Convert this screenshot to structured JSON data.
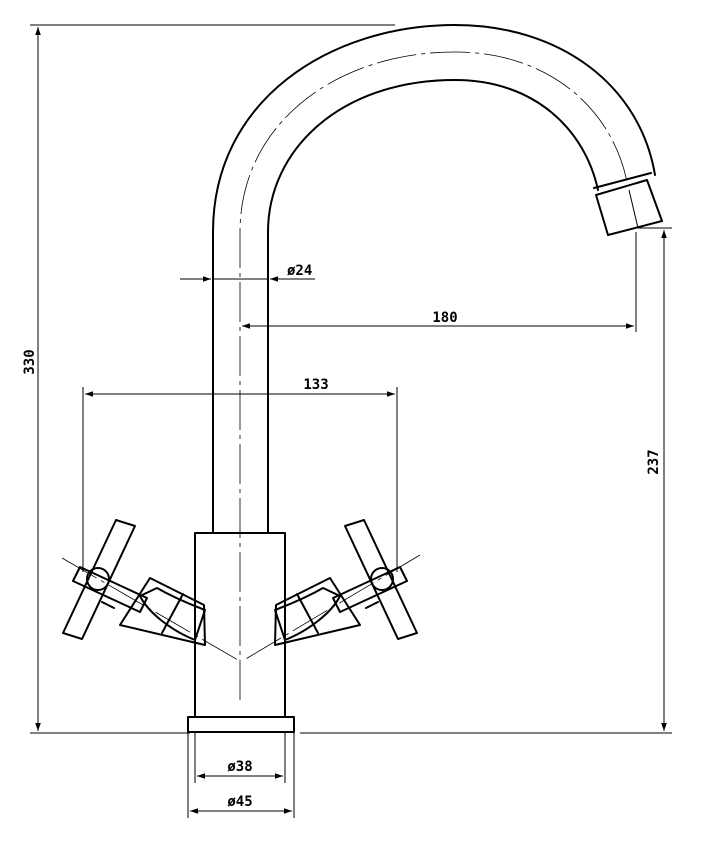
{
  "dimensions": {
    "total_height": "330",
    "spout_diameter": "ø24",
    "spout_reach": "180",
    "handle_span": "133",
    "spout_outlet_height": "237",
    "body_diameter": "ø38",
    "base_diameter": "ø45"
  }
}
